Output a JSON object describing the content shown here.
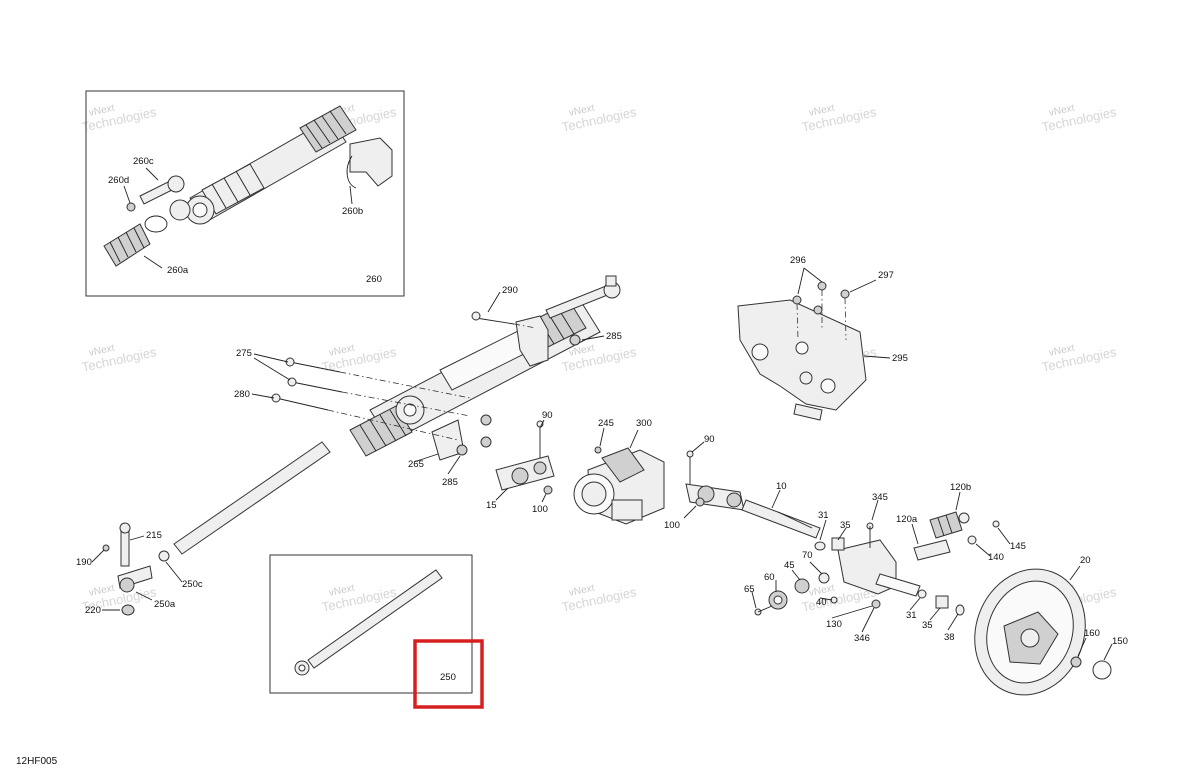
{
  "diagram": {
    "reference_code": "12HF005",
    "watermark": [
      "vNext",
      "Technologies"
    ],
    "highlight_label": "250",
    "inset_labels": {
      "box_260": "260",
      "box_250": "250"
    },
    "callouts": {
      "c260c": "260c",
      "c260d": "260d",
      "c260a": "260a",
      "c260b": "260b",
      "c290": "290",
      "c285a": "285",
      "c275": "275",
      "c280": "280",
      "c265": "265",
      "c285b": "285",
      "c90a": "90",
      "c245": "245",
      "c300": "300",
      "c15": "15",
      "c100a": "100",
      "c90b": "90",
      "c100b": "100",
      "c10": "10",
      "c296": "296",
      "c297": "297",
      "c295": "295",
      "c215": "215",
      "c190": "190",
      "c250c": "250c",
      "c250a": "250a",
      "c220": "220",
      "c345": "345",
      "c31a": "31",
      "c35a": "35",
      "c120b": "120b",
      "c120a": "120a",
      "c145": "145",
      "c140": "140",
      "c20": "20",
      "c70": "70",
      "c45": "45",
      "c60": "60",
      "c65": "65",
      "c40": "40",
      "c130": "130",
      "c346": "346",
      "c31b": "31",
      "c35b": "35",
      "c38": "38",
      "c160": "160",
      "c150": "150"
    }
  }
}
